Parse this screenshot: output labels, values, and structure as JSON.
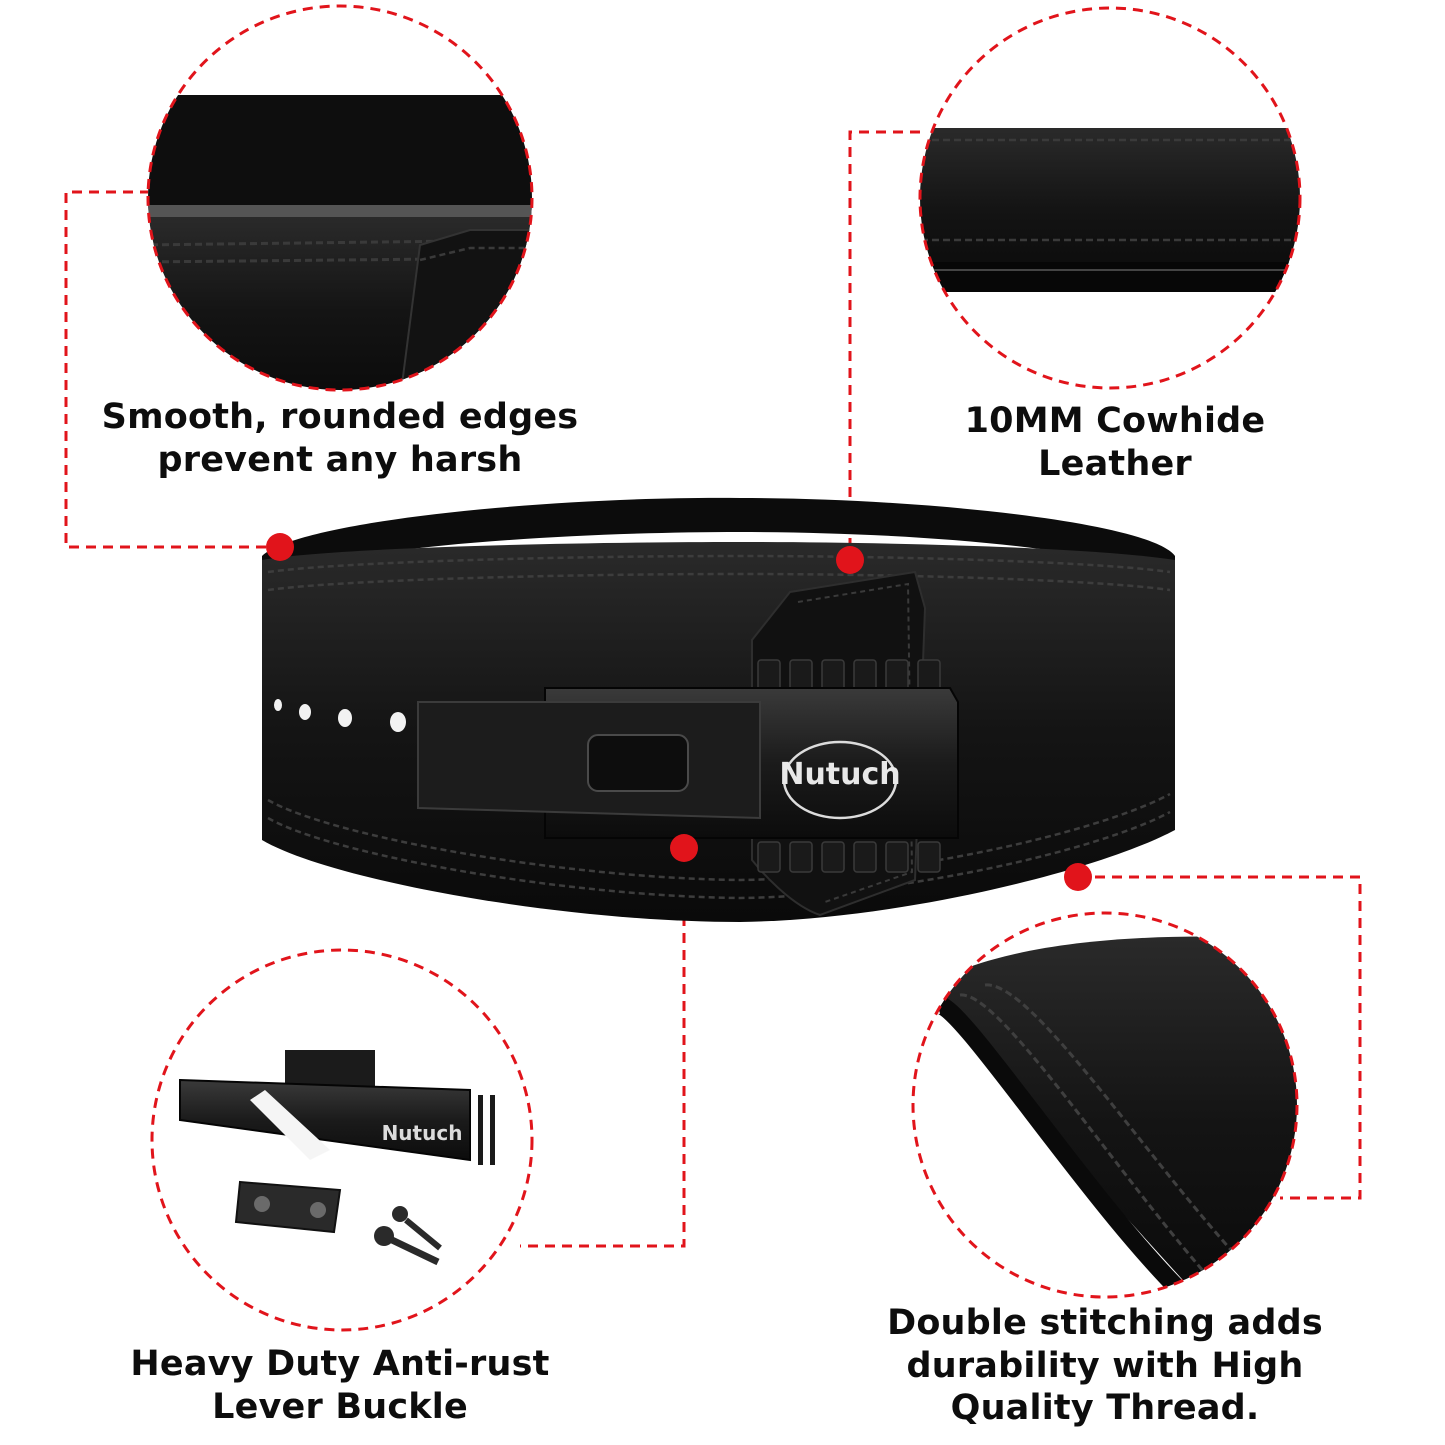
{
  "brand": {
    "logo_text": "Nutuch",
    "accent_color": "#e1141b",
    "leather_color": "#141414"
  },
  "callouts": {
    "top_left": {
      "lines": [
        "Smooth, rounded edges",
        "prevent any harsh"
      ]
    },
    "top_right": {
      "lines": [
        "10MM Cowhide",
        "Leather"
      ]
    },
    "bottom_left": {
      "lines": [
        "Heavy Duty Anti-rust",
        "Lever Buckle"
      ]
    },
    "bottom_right": {
      "lines": [
        "Double stitching adds",
        "durability with High",
        "Quality Thread."
      ]
    }
  }
}
